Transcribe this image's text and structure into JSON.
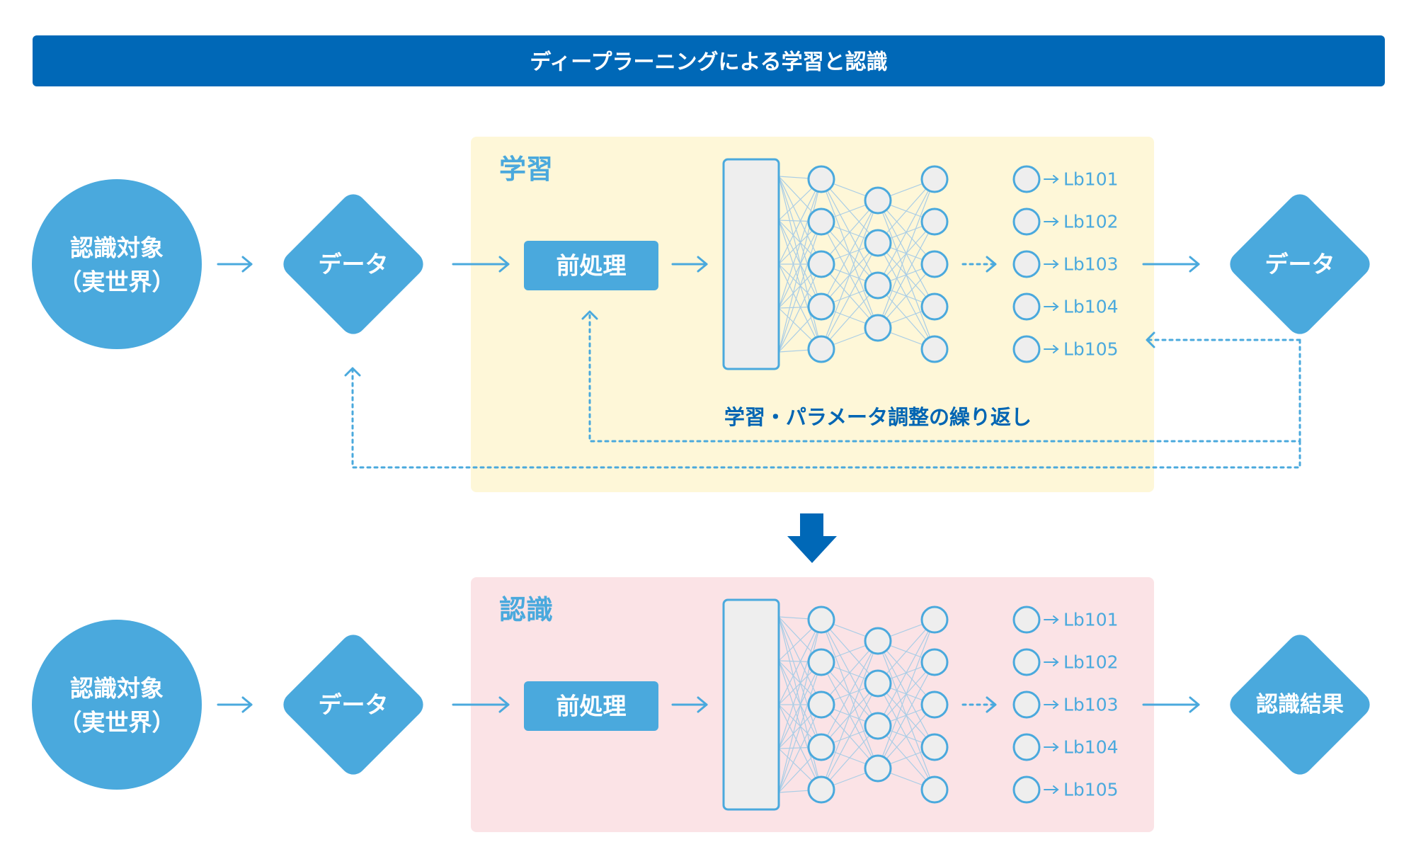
{
  "title": "ディープラーニングによる学習と認識",
  "colors": {
    "header": "#0068b7",
    "node": "#4aa9dd",
    "learning_bg": "#fef7d8",
    "recognition_bg": "#fbe3e6",
    "neuron_fill": "#eeeeee",
    "line": "#a9cde6",
    "loop_text": "#0065b3",
    "down_arrow": "#0068b7"
  },
  "learning": {
    "section_label": "学習",
    "source_line1": "認識対象",
    "source_line2": "（実世界）",
    "data_label": "データ",
    "preprocess_label": "前処理",
    "outputs": [
      "Lb101",
      "Lb102",
      "Lb103",
      "Lb104",
      "Lb105"
    ],
    "result_label": "データ",
    "loop_label": "学習・パラメータ調整の繰り返し"
  },
  "recognition": {
    "section_label": "認識",
    "source_line1": "認識対象",
    "source_line2": "（実世界）",
    "data_label": "データ",
    "preprocess_label": "前処理",
    "outputs": [
      "Lb101",
      "Lb102",
      "Lb103",
      "Lb104",
      "Lb105"
    ],
    "result_label": "認識結果"
  },
  "icons": {
    "flow_arrow": "right-arrow-icon",
    "down_arrow": "down-arrow-icon",
    "feedback_arrow": "dotted-feedback-arrow"
  }
}
